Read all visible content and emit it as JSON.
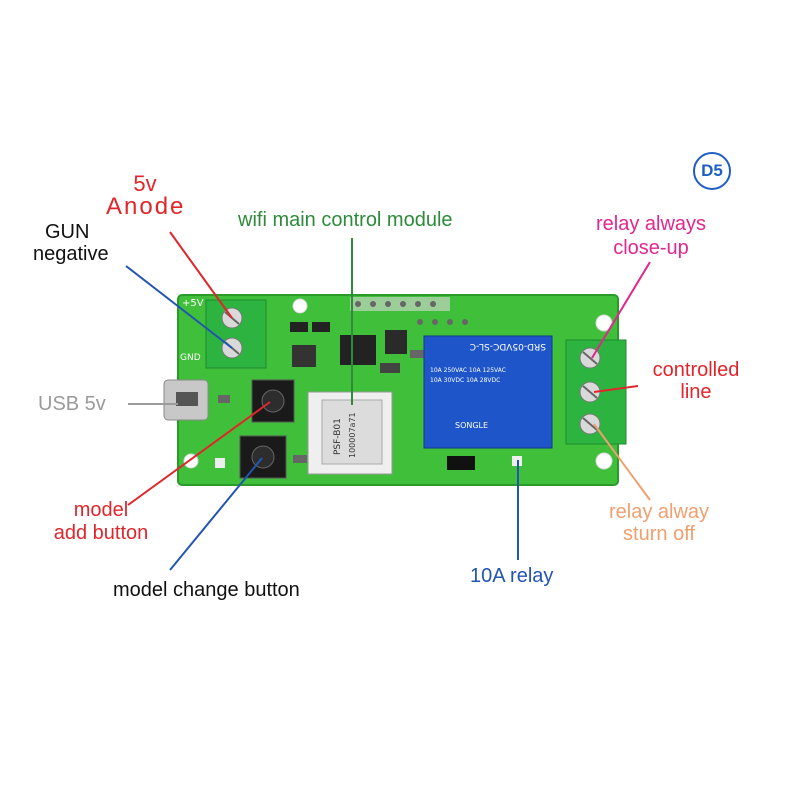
{
  "badge": {
    "text": "D5",
    "color": "#1f5fc4"
  },
  "labels": {
    "anode_5v": "5v",
    "anode": "Anode",
    "gun": "GUN",
    "negative": "negative",
    "wifi_module": "wifi main control module",
    "relay_close_1": "relay always",
    "relay_close_2": "close-up",
    "controlled_1": "controlled",
    "controlled_2": "line",
    "usb": "USB 5v",
    "model_add_1": "model",
    "model_add_2": "add button",
    "model_change": "model change button",
    "relay_10a": "10A relay",
    "relay_off_1": "relay alway",
    "relay_off_2": "sturn off"
  },
  "board": {
    "pin_5v": "+5V",
    "pin_gnd": "GND",
    "module_text_1": "PSF-B01",
    "module_text_2": "100007a71",
    "relay_model": "SRD-05VDC-SL-C",
    "relay_rating_1": "10A 250VAC  10A 125VAC",
    "relay_rating_2": "10A 30VDC  10A 28VDC",
    "relay_brand": "SONGLE"
  },
  "colors": {
    "red": "#e0262b",
    "green": "#2e8b3a",
    "magenta": "#e0268f",
    "blue": "#2255b0",
    "gray": "#9a9a9a",
    "orange": "#f0a070",
    "black": "#111111"
  }
}
